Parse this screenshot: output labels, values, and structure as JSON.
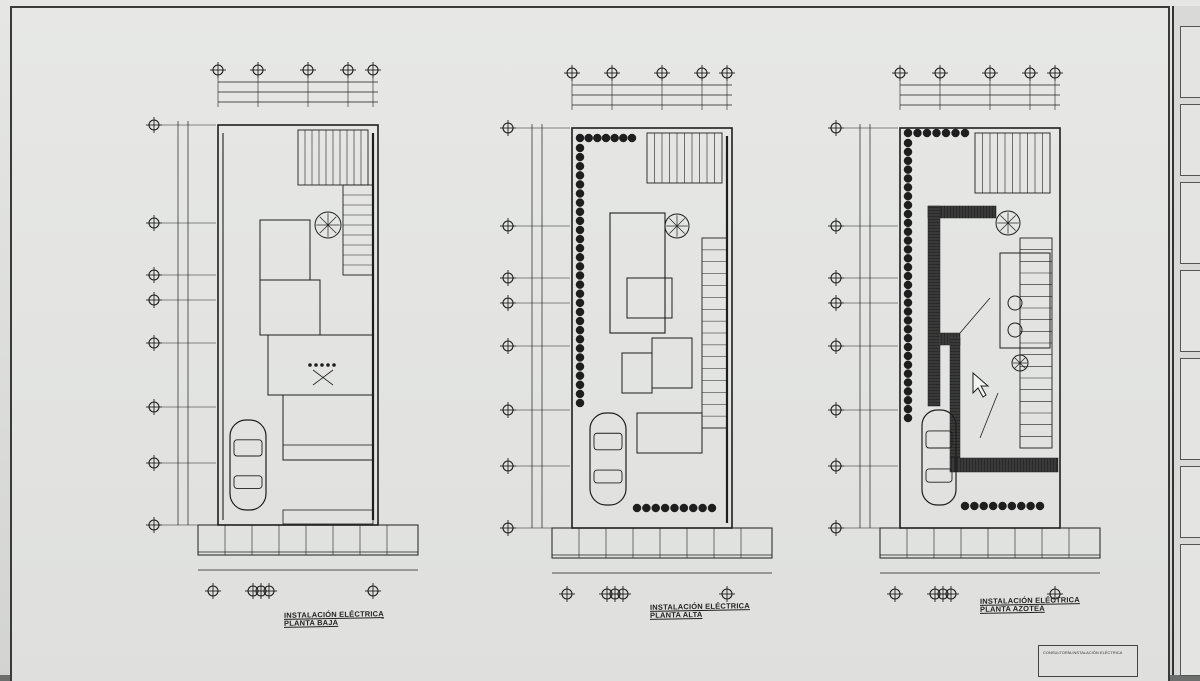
{
  "plans": [
    {
      "id": "planta-baja",
      "title_line1": "INSTALACIÓN ELÉCTRICA",
      "title_line2": "PLANTA BAJA"
    },
    {
      "id": "planta-alta",
      "title_line1": "INSTALACIÓN ELÉCTRICA",
      "title_line2": "PLANTA ALTA"
    },
    {
      "id": "planta-azotea",
      "title_line1": "INSTALACIÓN ELÉCTRICA",
      "title_line2": "PLANTA AZOTEA"
    }
  ],
  "title_block": {
    "text": "CONSULTORÍA INSTALACIÓN ELÉCTRICA"
  },
  "colors": {
    "line": "#1e1e1e",
    "paper": "#e2e3e1",
    "border": "#3a3a3a"
  },
  "icons": {
    "cursor": "mouse-pointer-icon",
    "car": "car-icon",
    "tree": "tree-icon"
  }
}
